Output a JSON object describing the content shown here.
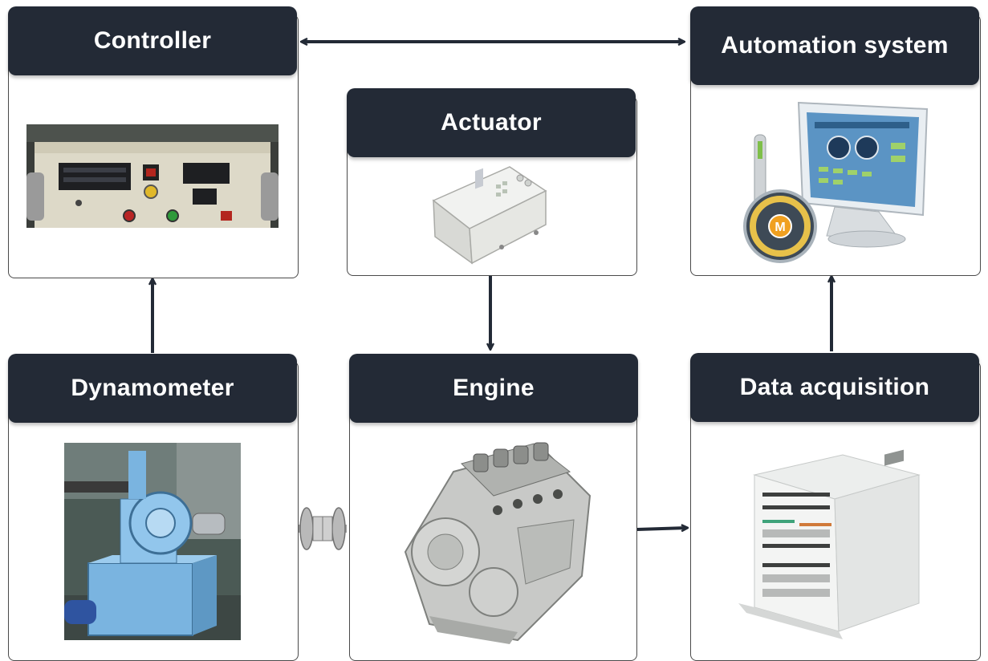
{
  "blocks": {
    "controller": {
      "title": "Controller"
    },
    "actuator": {
      "title": "Actuator"
    },
    "automation": {
      "title": "Automation system"
    },
    "dynamometer": {
      "title": "Dynamometer"
    },
    "engine": {
      "title": "Engine"
    },
    "data_acquisition": {
      "title": "Data acquisition"
    }
  },
  "colors": {
    "header_bg": "#232a36",
    "header_text": "#ffffff",
    "arrow": "#232a36",
    "box_border": "#4a4a4a"
  },
  "images": {
    "controller": "controller-panel-photo",
    "actuator": "actuator-unit-photo",
    "automation": "automation-pc-monitor-icon",
    "dynamometer": "dynamometer-rig-photo",
    "coupling": "shaft-coupling-icon",
    "engine": "engine-block-photo",
    "data_acquisition": "data-acquisition-rack-render"
  }
}
